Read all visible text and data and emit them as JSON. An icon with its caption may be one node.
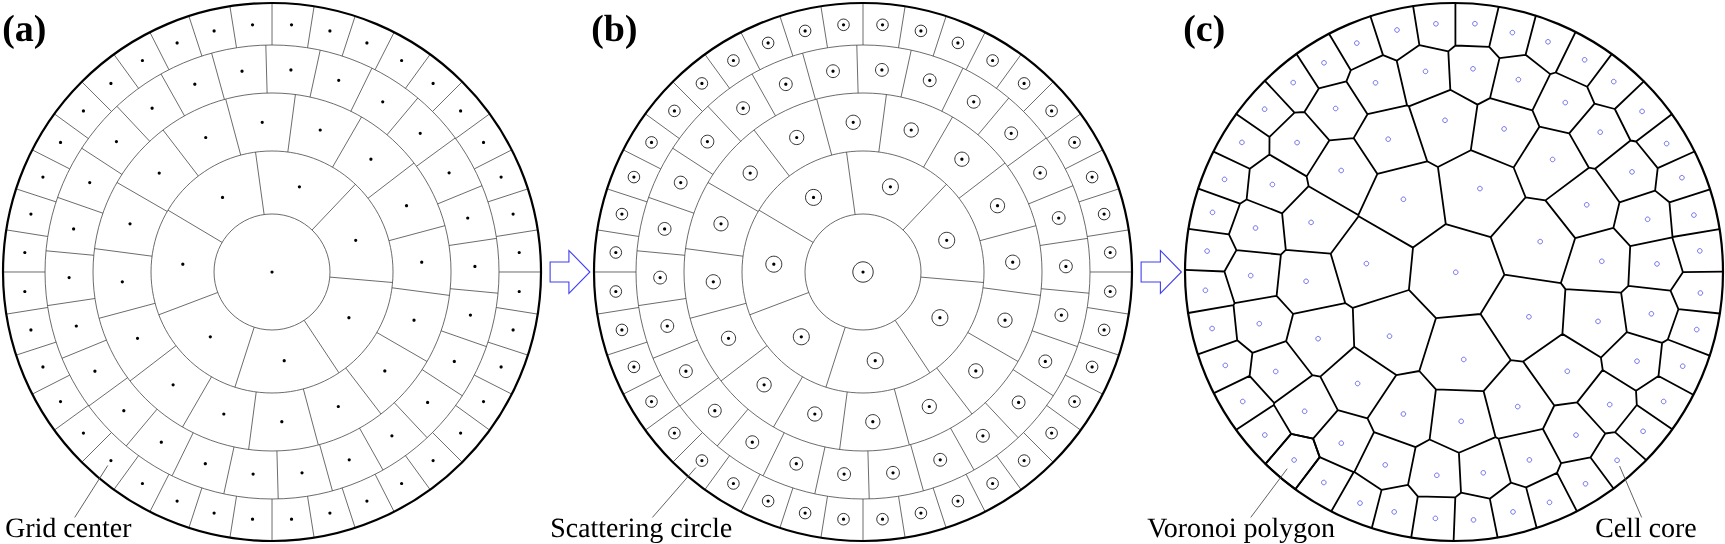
{
  "diagram": {
    "nodes": [
      {
        "text": [
          "(a)"
        ]
      },
      {
        "text": [
          "(b)"
        ]
      },
      {
        "text": [
          "(c)"
        ]
      },
      {
        "text": [
          "Grid center"
        ]
      },
      {
        "text": [],
        "shape": "circle",
        "in": 0
      },
      {
        "text": [
          "Scattering circle"
        ]
      },
      {
        "text": [],
        "shape": "circle",
        "in": 1
      },
      {
        "text": [
          "Voronoi polygon"
        ]
      },
      {
        "text": [],
        "shape": "polygon",
        "in": 2
      },
      {
        "text": [
          "Cell core"
        ]
      },
      {
        "text": [],
        "shape": "circle",
        "in": 2
      }
    ],
    "edges": [
      {
        "from": 0,
        "to": 1,
        "arrow": "to",
        "color": "#3f3ff2"
      },
      {
        "from": 1,
        "to": 2,
        "arrow": "to",
        "color": "#3f3ff2"
      },
      {
        "from": 3,
        "to": 4,
        "arrow": "none"
      },
      {
        "from": 5,
        "to": 6,
        "arrow": "none"
      },
      {
        "from": 7,
        "to": 8,
        "arrow": "none"
      },
      {
        "from": 9,
        "to": 10,
        "arrow": "none"
      }
    ]
  }
}
